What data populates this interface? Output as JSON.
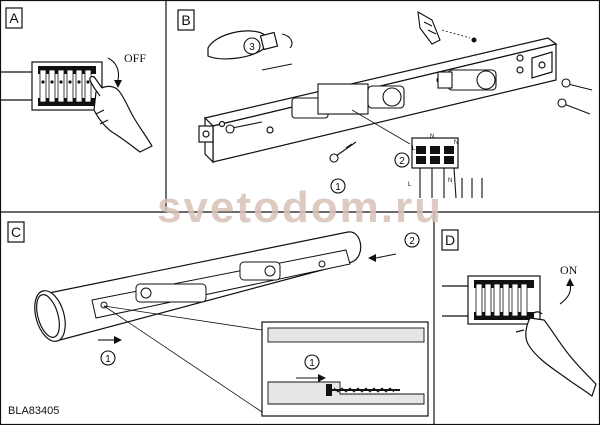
{
  "panels": {
    "a": {
      "label": "A",
      "switch_state": "OFF"
    },
    "b": {
      "label": "B",
      "steps": [
        "3",
        "2",
        "1"
      ],
      "terminal_labels": [
        "L",
        "N",
        "N",
        "L",
        "N"
      ]
    },
    "c": {
      "label": "C",
      "steps": [
        "2",
        "1",
        "1"
      ]
    },
    "d": {
      "label": "D",
      "switch_state": "ON"
    }
  },
  "watermark": "svetodom.ru",
  "model_code": "BLA83405",
  "colors": {
    "line": "#111111",
    "watermark": "#d8c2b8",
    "background": "#ffffff"
  }
}
